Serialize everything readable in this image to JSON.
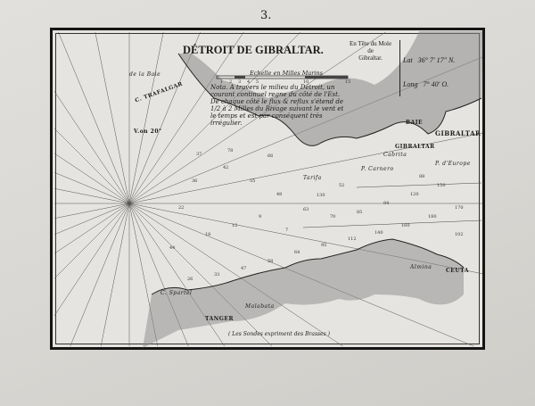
{
  "page_number": "3.",
  "title": "DÉTROIT DE GIBRALTAR.",
  "position_label": [
    "En Tête du Mole",
    "de",
    "Gibraltar."
  ],
  "coordinates": {
    "lat": "Lat   36° 7' 17\" N.",
    "long": "Long   7° 40' O."
  },
  "scale": {
    "label": "Echelle en Milles Marins",
    "ticks": [
      "1",
      "2",
      "3",
      "4",
      "5",
      "10",
      "15"
    ]
  },
  "note": "Nota. A travers le milieu du Détroit, un courant continuel regne du côté de l'Est. De chaque côté le flux & reflux s'étend de 1/2 à 2 Milles du Rivage suivant le vent et le temps et est par conséquent très irrégulier.",
  "footer": "( Les Sondes expriment des Brasses )",
  "places": {
    "trafalgar": "C. TRAFALGAR",
    "gibraltar": "GIBRALTAR",
    "bay": "BAIE",
    "gibraltar_bay": "GIBRALTAR",
    "ceuta": "CEUTA",
    "tanger": "TANGER",
    "spartel": "C. Spartel",
    "variation": "V.on 20°",
    "la_baie": "de la Baie",
    "tarifa": "Tarifa",
    "europa": "P. d'Europe",
    "almina": "Almina",
    "malabata": "Malabata",
    "cabrita": "Cabrita",
    "carnero": "P. Carnero"
  },
  "soundings": [
    "37",
    "42",
    "55",
    "48",
    "63",
    "70",
    "85",
    "94",
    "120",
    "150",
    "170",
    "180",
    "160",
    "140",
    "112",
    "95",
    "64",
    "58",
    "47",
    "33",
    "26",
    "18",
    "12",
    "9",
    "7",
    "22",
    "36",
    "44",
    "52",
    "66",
    "78",
    "88",
    "102",
    "130"
  ],
  "colors": {
    "paper": "#e6e4e0",
    "ink": "#151515",
    "land": "#6f6f6f"
  }
}
